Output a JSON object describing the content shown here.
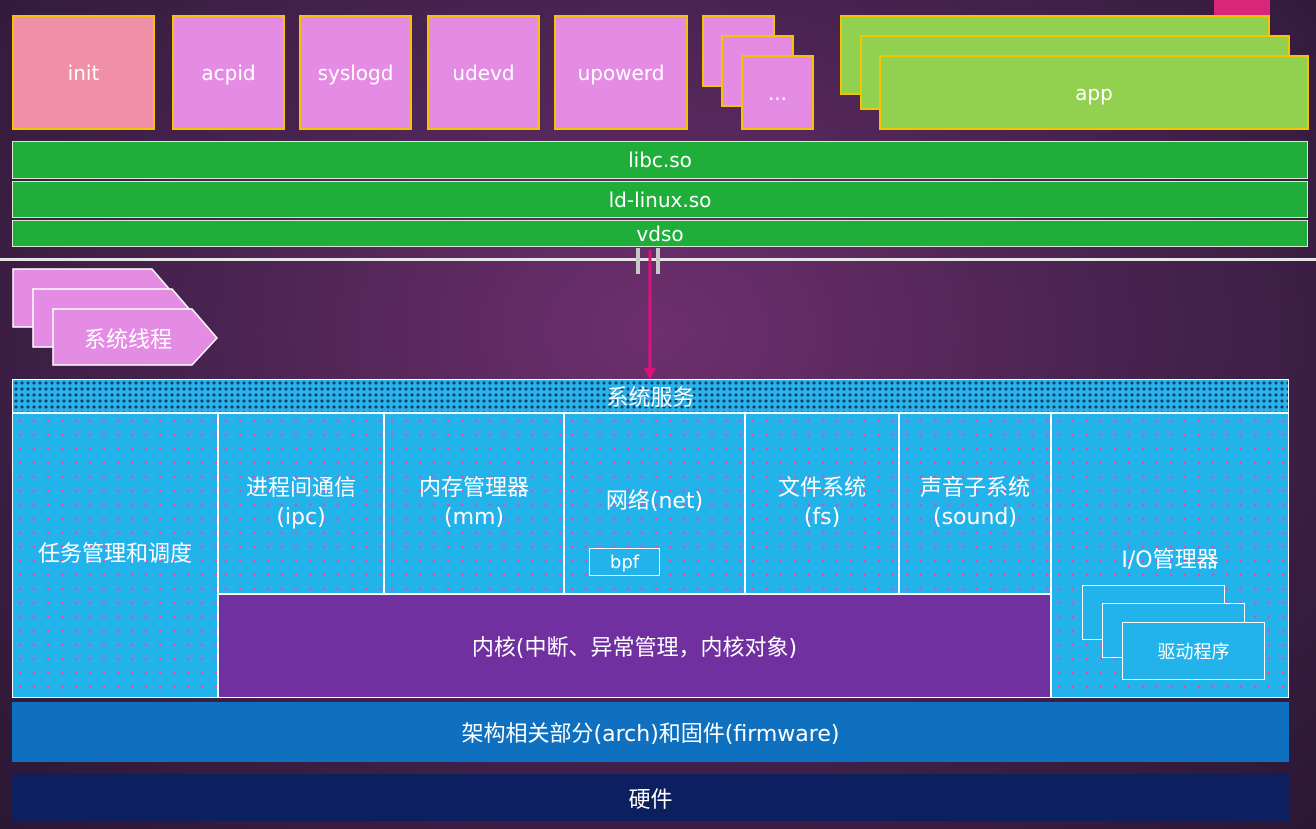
{
  "user_space": {
    "processes": {
      "init": "init",
      "acpid": "acpid",
      "syslogd": "syslogd",
      "udevd": "udevd",
      "upowerd": "upowerd",
      "more": "...",
      "app": "app"
    },
    "libs": {
      "libc": "libc.so",
      "ld_linux": "ld-linux.so",
      "vdso": "vdso"
    }
  },
  "kernel": {
    "system_threads": "系统线程",
    "system_service": "系统服务",
    "task_mgmt": "任务管理和调度",
    "ipc": "进程间通信(ipc)",
    "mm": "内存管理器(mm)",
    "net": "网络(net)",
    "bpf": "bpf",
    "fs": "文件系统(fs)",
    "sound": "声音子系统(sound)",
    "io_mgr": "I/O管理器",
    "drivers": "驱动程序",
    "core": "内核(中断、异常管理，内核对象)",
    "arch": "架构相关部分(arch)和固件(firmware)",
    "hardware": "硬件"
  },
  "colors": {
    "init": "#f090a8",
    "daemon": "#e48ce4",
    "app": "#92d050",
    "lib": "#1fae3a",
    "kernel_module": "#22b3ea",
    "kernel_core": "#7030a0",
    "arch": "#0f70c0",
    "hardware": "#0c2060"
  }
}
